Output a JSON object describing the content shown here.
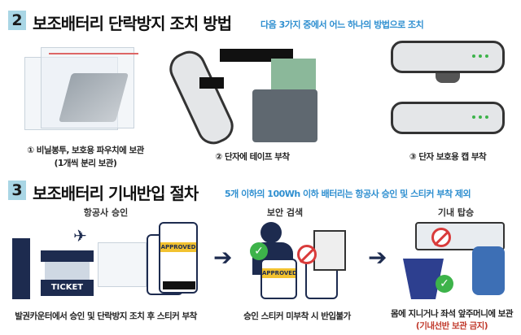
{
  "section2": {
    "number": "2",
    "title": "보조배터리 단락방지 조치 방법",
    "subtitle": "다음 3가지 중에서 어느 하나의 방법으로 조치",
    "methods": [
      {
        "caption": "① 비닐봉투, 보호용 파우치에 보관",
        "note": "(1개씩 분리 보관)"
      },
      {
        "caption": "② 단자에 테이프 부착"
      },
      {
        "caption": "③ 단자 보호용 캡 부착"
      }
    ]
  },
  "section3": {
    "number": "3",
    "title": "보조배터리 기내반입 절차",
    "subtitle": "5개 이하의 100Wh 이하 배터리는 항공사 승인 및 스티커 부착 제외",
    "steps": [
      {
        "label": "항공사 승인",
        "caption": "발권카운터에서 승인 및 단락방지 조치 후 스티커 부착",
        "sticker": "APPROVED",
        "ticket": "TICKET"
      },
      {
        "label": "보안 검색",
        "caption": "승인 스티커 미부착 시 반입불가",
        "sticker": "APPROVED"
      },
      {
        "label": "기내 탑승",
        "caption": "몸에 지니거나 좌석 앞주머니에 보관",
        "warning": "(기내선반 보관 금지)"
      }
    ]
  },
  "colors": {
    "accent": "#2f8fd0",
    "badge": "#a9d6e5",
    "navy": "#1d2b4f",
    "warning": "#c0392b"
  }
}
